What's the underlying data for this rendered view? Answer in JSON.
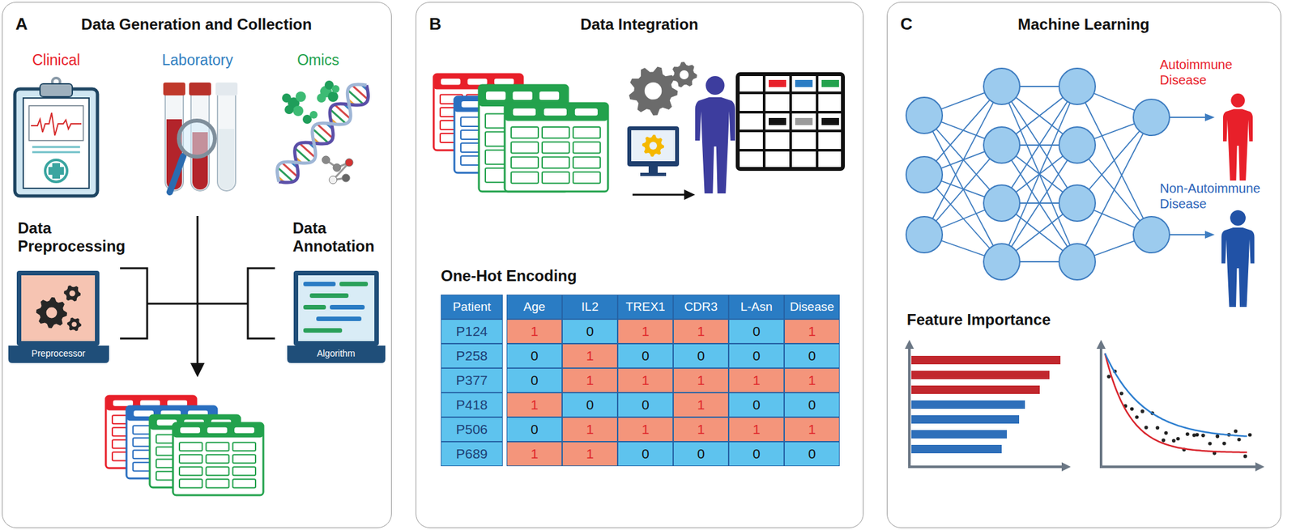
{
  "diagram": {
    "nodes": [
      {
        "text": [
          "A",
          "Data Generation and Collection"
        ]
      },
      {
        "text": [
          "Data Preprocessing",
          "Preprocessor"
        ],
        "in": 0
      },
      {
        "text": [
          "Data Annotation",
          "Algorithm"
        ],
        "in": 0
      },
      {
        "text": [
          "B",
          "Data Integration"
        ]
      },
      {
        "text": [
          "C",
          "Machine Learning"
        ]
      }
    ],
    "labels": [
      "Clinical",
      "Laboratory",
      "Omics",
      "One-Hot Encoding",
      "Patient",
      "Age",
      "IL2",
      "TREX1",
      "CDR3",
      "L-Asn",
      "Disease",
      "P124",
      "1",
      "0",
      "1",
      "1",
      "0",
      "1",
      "P258",
      "0",
      "1",
      "0",
      "0",
      "0",
      "0",
      "P377",
      "0",
      "1",
      "1",
      "1",
      "1",
      "1",
      "P418",
      "1",
      "0",
      "0",
      "1",
      "0",
      "0",
      "P506",
      "0",
      "1",
      "1",
      "1",
      "1",
      "1",
      "P689",
      "1",
      "1",
      "0",
      "0",
      "0",
      "0",
      "Autoimmune Disease",
      "Non-Autoimmune Disease",
      "Feature Importance"
    ]
  }
}
